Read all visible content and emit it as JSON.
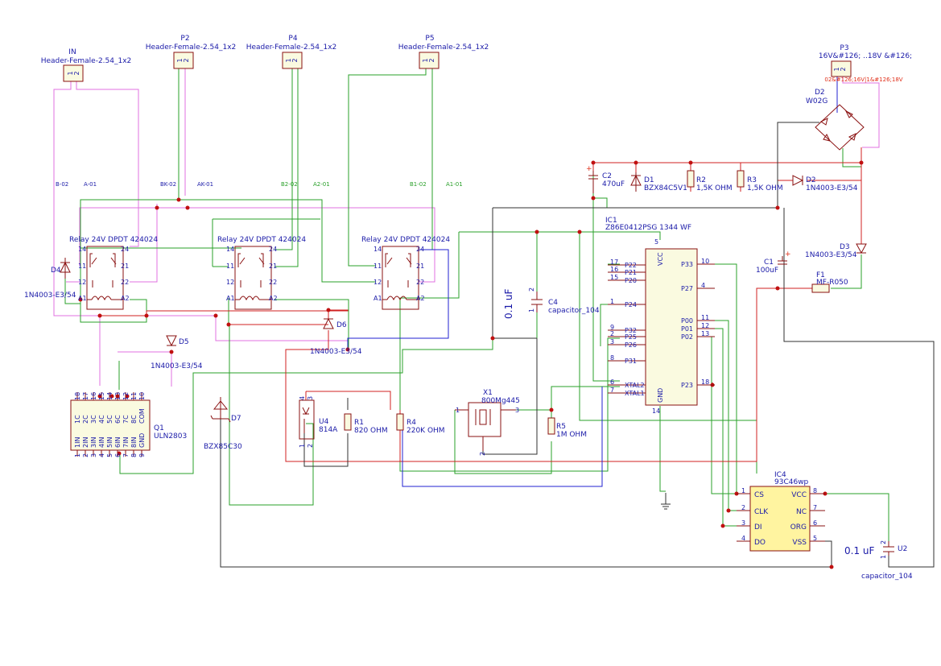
{
  "connectors": {
    "in": {
      "ref": "IN",
      "value": "Header-Female-2.54_1x2",
      "pins": [
        "1",
        "2"
      ]
    },
    "p2": {
      "ref": "P2",
      "value": "Header-Female-2.54_1x2",
      "pins": [
        "1",
        "2"
      ]
    },
    "p4": {
      "ref": "P4",
      "value": "Header-Female-2.54_1x2",
      "pins": [
        "1",
        "2"
      ]
    },
    "p5": {
      "ref": "P5",
      "value": "Header-Female-2.54_1x2",
      "pins": [
        "1",
        "2"
      ]
    },
    "p3": {
      "ref": "P3",
      "value": "16V&#126; ..18V &#126;",
      "pins": [
        "1",
        "2"
      ],
      "net_label": "02&#126;16V|1&#126;18V"
    }
  },
  "net_labels": {
    "b02": "B-02",
    "a01": "A-01",
    "bk02": "BK-02",
    "ak01": "AK-01",
    "b202": "B2-02",
    "a201": "A2-01",
    "b102": "B1-02",
    "a101": "A1-01"
  },
  "relays": [
    {
      "value": "Relay 24V DPDT 424024",
      "pins": [
        "14",
        "24",
        "11",
        "21",
        "12",
        "22",
        "A1",
        "A2"
      ]
    },
    {
      "value": "Relay 24V DPDT 424024",
      "pins": [
        "14",
        "24",
        "11",
        "21",
        "12",
        "22",
        "A1",
        "A2"
      ]
    },
    {
      "value": "Relay 24V DPDT 424024",
      "pins": [
        "14",
        "24",
        "11",
        "21",
        "12",
        "22",
        "A1",
        "A2"
      ]
    }
  ],
  "diodes": {
    "d1": {
      "ref": "D1",
      "value": "BZX84C5V1"
    },
    "d2a": {
      "ref": "D2",
      "value": "W02G"
    },
    "d2b": {
      "ref": "D2",
      "value": "1N4003-E3/54"
    },
    "d3": {
      "ref": "D3",
      "value": "1N4003-E3/54"
    },
    "d4": {
      "ref": "D4",
      "value": "1N4003-E3/54"
    },
    "d5": {
      "ref": "D5",
      "value": "1N4003-E3/54"
    },
    "d6": {
      "ref": "D6",
      "value": "1N4003-E3/54"
    },
    "d7": {
      "ref": "D7",
      "value": "BZX85C30"
    }
  },
  "passives": {
    "c1": {
      "ref": "C1",
      "value": "100uF"
    },
    "c2": {
      "ref": "C2",
      "value": "470uF"
    },
    "c4": {
      "ref": "C4",
      "value": "capacitor_104",
      "note": "0.1 uF",
      "pins": [
        "2",
        "1"
      ]
    },
    "u2": {
      "ref": "U2",
      "value": "capacitor_104",
      "note": "0.1 uF",
      "pins": [
        "2",
        "1"
      ]
    },
    "r1": {
      "ref": "R1",
      "value": "820 OHM"
    },
    "r2": {
      "ref": "R2",
      "value": "1,5K OHM"
    },
    "r3": {
      "ref": "R3",
      "value": "1,5K OHM"
    },
    "r4": {
      "ref": "R4",
      "value": "220K OHM"
    },
    "r5": {
      "ref": "R5",
      "value": "1M OHM"
    },
    "f1": {
      "ref": "F1",
      "value": "MF-R050"
    },
    "x1": {
      "ref": "X1",
      "value": "800Mg445",
      "pins": [
        "1",
        "3",
        "2"
      ]
    }
  },
  "u4": {
    "ref": "U4",
    "value": "814A",
    "pins": [
      "4",
      "3",
      "1",
      "2"
    ]
  },
  "ic1": {
    "ref": "IC1",
    "value": "Z86E0412PSG 1344 WF",
    "vcc": "VCC",
    "vcc_pin": "5",
    "gnd": "GND",
    "gnd_pin": "14",
    "left_pins": [
      {
        "num": "17",
        "name": "P22"
      },
      {
        "num": "16",
        "name": "P21"
      },
      {
        "num": "15",
        "name": "P20"
      },
      {
        "num": "1",
        "name": "P24"
      },
      {
        "num": "9",
        "name": "P32"
      },
      {
        "num": "2",
        "name": "P25"
      },
      {
        "num": "3",
        "name": "P26"
      },
      {
        "num": "8",
        "name": "P31"
      },
      {
        "num": "6",
        "name": "XTAL2"
      },
      {
        "num": "7",
        "name": "XTAL1"
      }
    ],
    "right_pins": [
      {
        "num": "10",
        "name": "P33"
      },
      {
        "num": "4",
        "name": "P27"
      },
      {
        "num": "11",
        "name": "P00"
      },
      {
        "num": "12",
        "name": "P01"
      },
      {
        "num": "13",
        "name": "P02"
      },
      {
        "num": "18",
        "name": "P23"
      }
    ]
  },
  "ic4": {
    "ref": "IC4",
    "value": "93C46wp",
    "left_pins": [
      {
        "num": "1",
        "name": "CS"
      },
      {
        "num": "2",
        "name": "CLK"
      },
      {
        "num": "3",
        "name": "DI"
      },
      {
        "num": "4",
        "name": "DO"
      }
    ],
    "right_pins": [
      {
        "num": "8",
        "name": "VCC"
      },
      {
        "num": "7",
        "name": "NC"
      },
      {
        "num": "6",
        "name": "ORG"
      },
      {
        "num": "5",
        "name": "VSS"
      }
    ]
  },
  "q1": {
    "ref": "Q1",
    "value": "ULN2803",
    "top_pins": [
      {
        "num": "18",
        "name": "1C"
      },
      {
        "num": "17",
        "name": "2C"
      },
      {
        "num": "16",
        "name": "3C"
      },
      {
        "num": "15",
        "name": "4C"
      },
      {
        "num": "14",
        "name": "5C"
      },
      {
        "num": "13",
        "name": "6C"
      },
      {
        "num": "12",
        "name": "7C"
      },
      {
        "num": "11",
        "name": "8C"
      },
      {
        "num": "10",
        "name": "COM"
      }
    ],
    "bottom_pins": [
      {
        "num": "1",
        "name": "1IN"
      },
      {
        "num": "2",
        "name": "2IN"
      },
      {
        "num": "3",
        "name": "3IN"
      },
      {
        "num": "4",
        "name": "4IN"
      },
      {
        "num": "5",
        "name": "5IN"
      },
      {
        "num": "6",
        "name": "6IN"
      },
      {
        "num": "7",
        "name": "7IN"
      },
      {
        "num": "8",
        "name": "8IN"
      },
      {
        "num": "9",
        "name": "GND"
      }
    ]
  }
}
